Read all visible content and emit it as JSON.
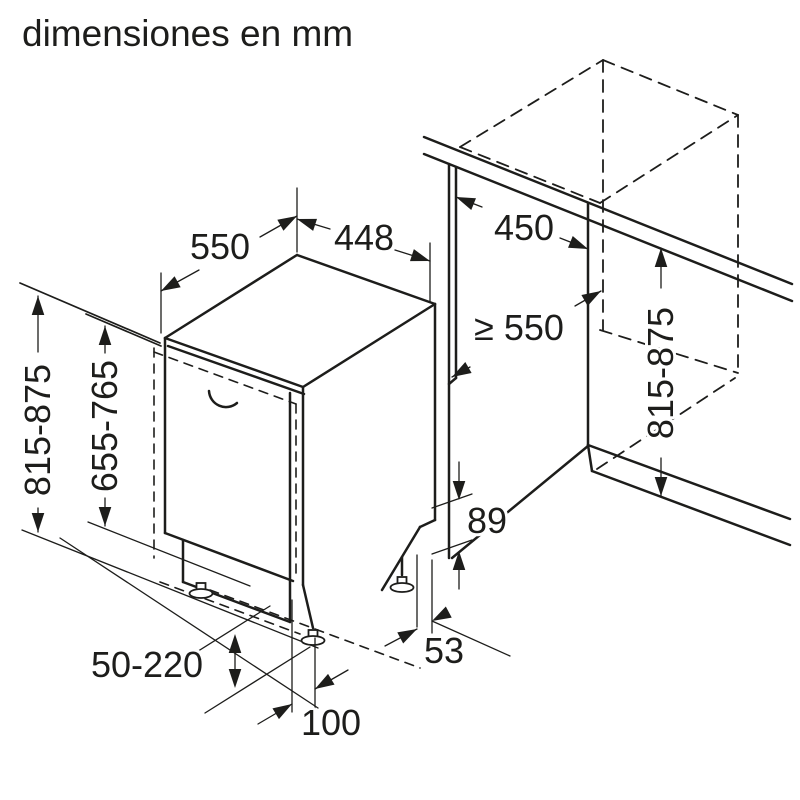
{
  "title": "dimensiones en mm",
  "drawing": "dishwasher-installation-dimension-diagram",
  "colors": {
    "line": "#1d1d1b",
    "background": "#ffffff"
  },
  "dimensions": {
    "top_depth": "550",
    "door_width": "448",
    "niche_width": "450",
    "niche_depth": "≥ 550",
    "niche_height_left": "815-875",
    "door_panel_height": "655-765",
    "niche_height_right": "815-875",
    "rear_base_height": "89",
    "rear_base_depth": "53",
    "plinth_height_range": "50-220",
    "plinth_recess_depth": "100"
  }
}
